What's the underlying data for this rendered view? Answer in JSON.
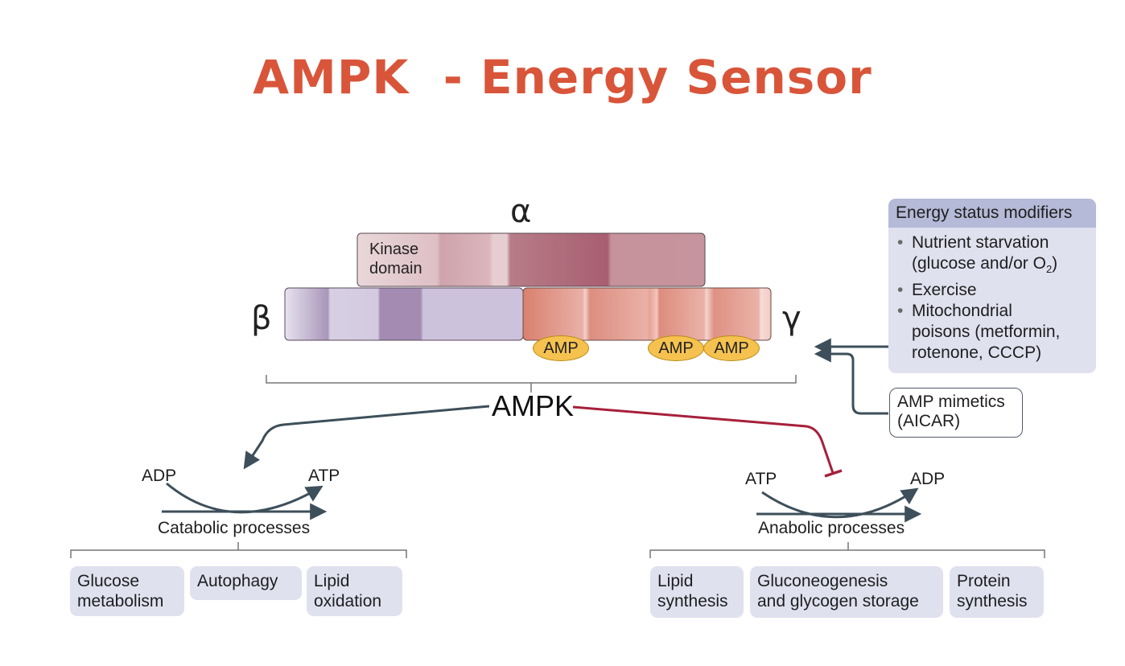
{
  "title": "AMPK  - Energy Sensor",
  "subunits": {
    "alpha": "α",
    "beta": "β",
    "gamma": "γ"
  },
  "kinase_domain": [
    "Kinase",
    "domain"
  ],
  "amp_label": "AMP",
  "ampk_label": "AMPK",
  "modifiers": {
    "heading": "Energy status modifiers",
    "items": [
      [
        "Nutrient starvation",
        "(glucose and/or O",
        "2",
        ")"
      ],
      [
        "Exercise"
      ],
      [
        "Mitochondrial",
        "poisons (metformin,",
        "rotenone, CCCP)"
      ]
    ]
  },
  "mimetics": [
    "AMP mimetics",
    "(AICAR)"
  ],
  "catabolic": {
    "left": "ADP",
    "right": "ATP",
    "label": "Catabolic processes",
    "boxes": [
      [
        "Glucose",
        "metabolism"
      ],
      [
        "Autophagy"
      ],
      [
        "Lipid",
        "oxidation"
      ]
    ]
  },
  "anabolic": {
    "left": "ATP",
    "right": "ADP",
    "label": "Anabolic processes",
    "boxes": [
      [
        "Lipid",
        "synthesis"
      ],
      [
        "Gluconeogenesis",
        "and glycogen storage"
      ],
      [
        "Protein",
        "synthesis"
      ]
    ]
  },
  "colors": {
    "title": "#d9553a",
    "activation_arrow": "#3d4f5a",
    "inhibition": "#a6203a",
    "amp_fill": "#f5c24f",
    "box_fill": "#dfe1ef",
    "modifier_header": "#b4bad7"
  }
}
